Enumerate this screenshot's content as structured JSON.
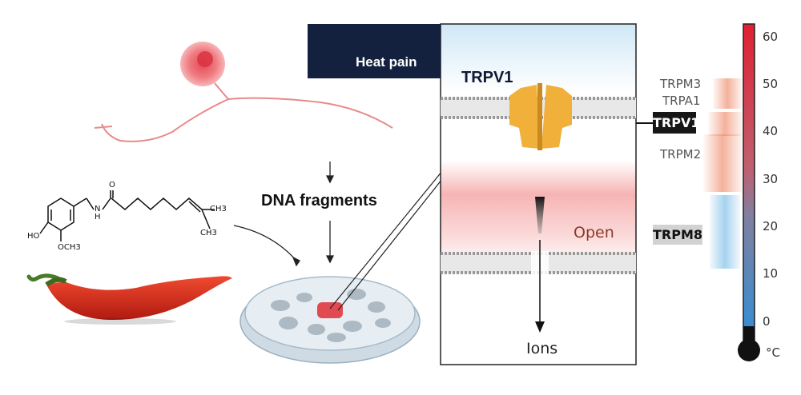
{
  "heat_label": "Heat pain",
  "receptor_title": "TRPV1",
  "dna_label": "DNA fragments",
  "channel_state": "Open",
  "ions_label": "Ions",
  "channels": [
    {
      "label": "TRPM3",
      "highlight": false
    },
    {
      "label": "TRPA1",
      "highlight": false
    },
    {
      "label": "TRPV1",
      "highlight": true
    },
    {
      "label": "TRPM2",
      "highlight": false
    },
    {
      "label": "TRPM8",
      "highlight": true
    }
  ],
  "thermometer": {
    "ticks": [
      "60",
      "50",
      "40",
      "30",
      "20",
      "10",
      "0"
    ],
    "unit": "°C"
  },
  "molecule_labels": {
    "hydroxyl": "HO",
    "methoxy": "OCH3",
    "nh": "N",
    "h": "H",
    "oxygen": "O",
    "methyl_1": "CH3",
    "methyl_2": "CH3"
  },
  "colors": {
    "navy": "#13213f",
    "receptor": "#f0b03a",
    "warm": "#e06040",
    "cold": "#9fd0ee",
    "pepper": "#d42a1a"
  }
}
